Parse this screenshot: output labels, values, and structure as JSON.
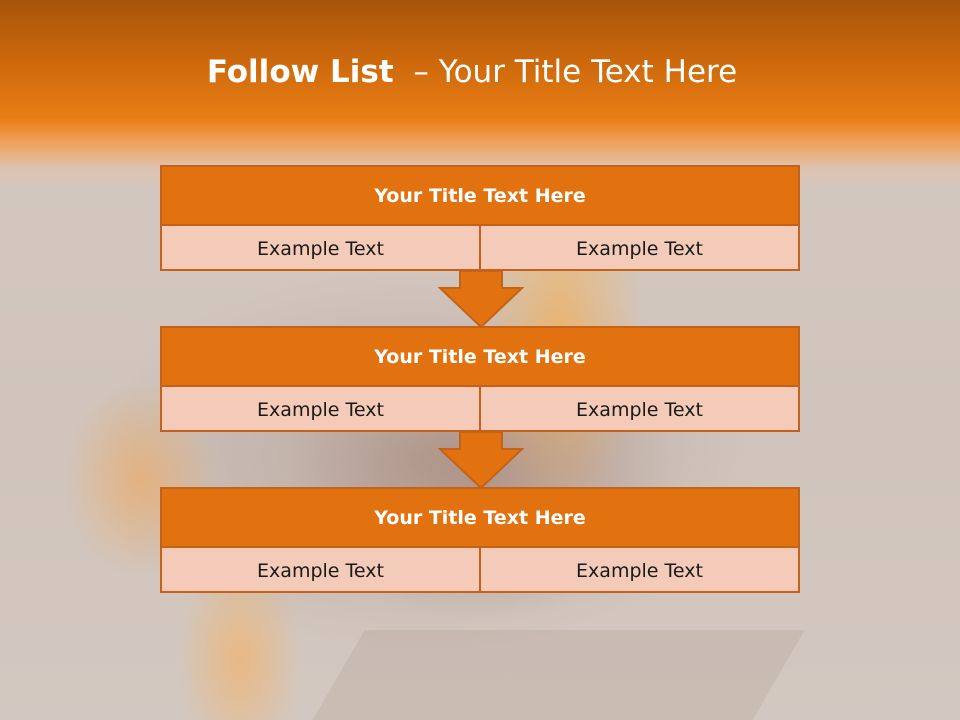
{
  "slide": {
    "title_bold": "Follow List",
    "title_rest": "  – Your Title Text Here"
  },
  "steps": [
    {
      "title": "Your Title Text Here",
      "left": "Example Text",
      "right": "Example Text"
    },
    {
      "title": "Your Title Text Here",
      "left": "Example Text",
      "right": "Example Text"
    },
    {
      "title": "Your Title Text Here",
      "left": "Example Text",
      "right": "Example Text"
    }
  ],
  "colors": {
    "accent": "#e2720f",
    "border": "#c4621a",
    "cell_fill": "#f3cbb8"
  }
}
